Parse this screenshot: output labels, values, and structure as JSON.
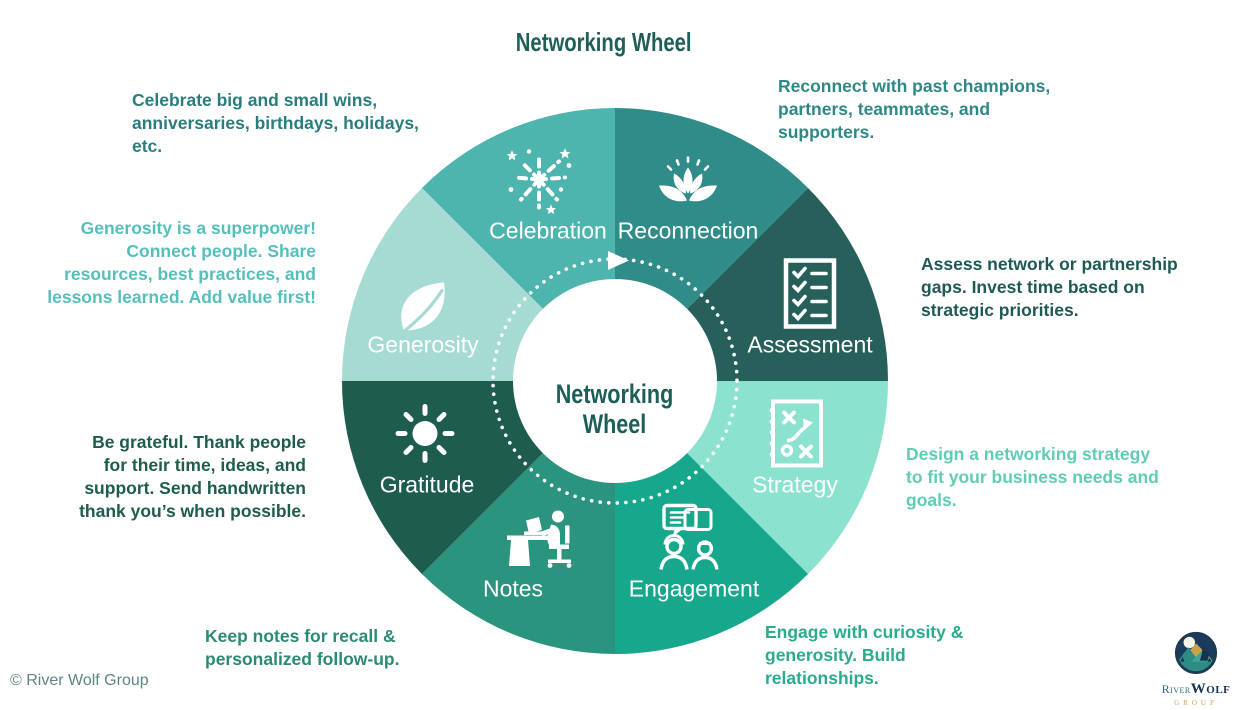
{
  "header": {
    "title": "Networking Wheel"
  },
  "wheel": {
    "center_title": "Networking\nWheel",
    "geometry_note": "8 equal 45-degree ring segments, clockwise from top",
    "segments": [
      {
        "label": "Celebration",
        "icon": "fireworks-icon",
        "color": "#4DB4AE",
        "start": 315,
        "end": 360
      },
      {
        "label": "Reconnection",
        "icon": "lotus-icon",
        "color": "#2F8C89",
        "start": 0,
        "end": 45
      },
      {
        "label": "Assessment",
        "icon": "checklist-icon",
        "color": "#27605B",
        "start": 45,
        "end": 90
      },
      {
        "label": "Strategy",
        "icon": "strategy-board-icon",
        "color": "#8BE2CF",
        "start": 90,
        "end": 135
      },
      {
        "label": "Engagement",
        "icon": "conversation-icon",
        "color": "#17A78C",
        "start": 135,
        "end": 180
      },
      {
        "label": "Notes",
        "icon": "desk-worker-icon",
        "color": "#2B947F",
        "start": 180,
        "end": 225
      },
      {
        "label": "Gratitude",
        "icon": "sun-icon",
        "color": "#1E5C4D",
        "start": 225,
        "end": 270
      },
      {
        "label": "Generosity",
        "icon": "leaf-icon",
        "color": "#A6DBD4",
        "start": 270,
        "end": 315
      }
    ],
    "flow_arrow": "clockwise"
  },
  "annotations": [
    {
      "for": "Celebration",
      "text": "Celebrate big and small wins,\nanniversaries, birthdays, holidays,\netc.",
      "color": "#2A7D7C"
    },
    {
      "for": "Generosity",
      "text": "Generosity is a superpower!\nConnect people. Share\nresources, best practices, and\nlessons learned. Add value first!",
      "color": "#55C0BB"
    },
    {
      "for": "Gratitude",
      "text": "Be grateful. Thank people\nfor their time, ideas, and\nsupport.  Send handwritten\nthank you’s when possible.",
      "color": "#1E5C4D"
    },
    {
      "for": "Notes",
      "text": "Keep notes for recall &\npersonalized follow-up.",
      "color": "#2A8A74"
    },
    {
      "for": "Reconnection",
      "text": "Reconnect with past champions,\npartners, teammates, and\nsupporters.",
      "color": "#2E8886"
    },
    {
      "for": "Assessment",
      "text": "Assess network or partnership\ngaps. Invest time based on\nstrategic priorities.",
      "color": "#1E5954"
    },
    {
      "for": "Strategy",
      "text": "Design a networking strategy\nto fit your business needs and\ngoals.",
      "color": "#5ECDB4"
    },
    {
      "for": "Engagement",
      "text": "Engage with curiosity &\ngenerosity. Build\nrelationships.",
      "color": "#2BAB8D"
    }
  ],
  "footer": {
    "copyright": "© River Wolf Group"
  },
  "logo": {
    "line1": "River",
    "line2": "Wolf",
    "subtitle": "GROUP"
  },
  "colors": {
    "title": "#1E5F58",
    "wheel_center_text": "#1D5F58",
    "segment_label_text": "#ffffff"
  }
}
